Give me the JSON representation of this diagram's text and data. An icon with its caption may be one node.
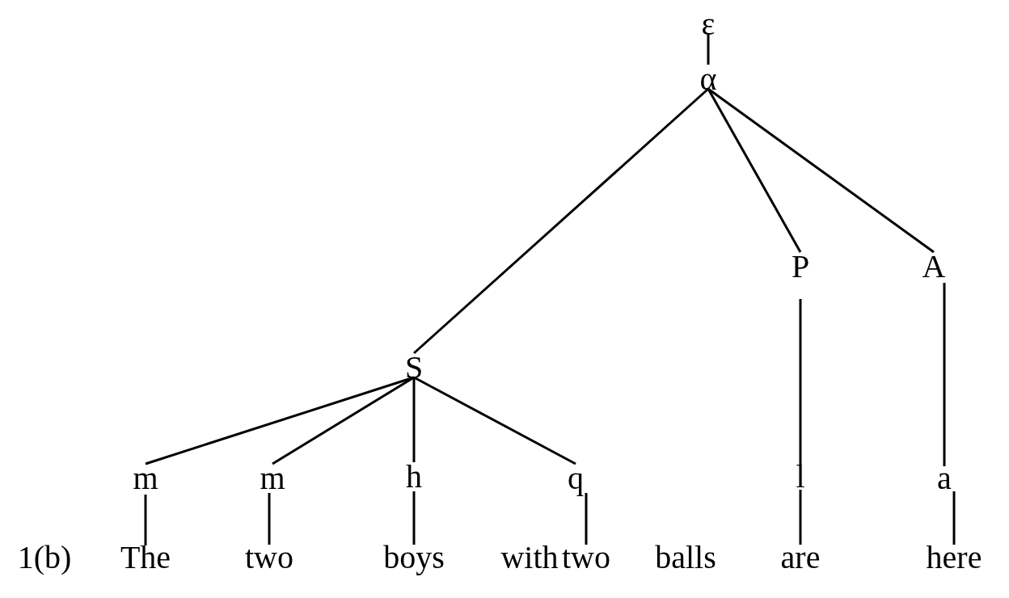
{
  "diagram": {
    "nodes": [
      {
        "text": [
          "ε"
        ]
      },
      {
        "text": [
          "α"
        ]
      },
      {
        "text": [
          "S"
        ]
      },
      {
        "text": [
          "P"
        ]
      },
      {
        "text": [
          "A"
        ]
      },
      {
        "text": [
          "m"
        ]
      },
      {
        "text": [
          "m"
        ]
      },
      {
        "text": [
          "h"
        ]
      },
      {
        "text": [
          "q"
        ]
      },
      {
        "text": [
          "l"
        ]
      },
      {
        "text": [
          "a"
        ]
      },
      {
        "text": [
          "The"
        ]
      },
      {
        "text": [
          "two"
        ]
      },
      {
        "text": [
          "boys"
        ]
      },
      {
        "text": [
          "two"
        ]
      },
      {
        "text": [
          "are"
        ]
      },
      {
        "text": [
          "here"
        ]
      }
    ],
    "edges": [
      {
        "from": 0,
        "to": 1,
        "arrow": "none"
      },
      {
        "from": 1,
        "to": 2,
        "arrow": "none"
      },
      {
        "from": 1,
        "to": 3,
        "arrow": "none"
      },
      {
        "from": 1,
        "to": 4,
        "arrow": "none"
      },
      {
        "from": 2,
        "to": 5,
        "arrow": "none"
      },
      {
        "from": 2,
        "to": 6,
        "arrow": "none"
      },
      {
        "from": 2,
        "to": 7,
        "arrow": "none"
      },
      {
        "from": 2,
        "to": 8,
        "arrow": "none"
      },
      {
        "from": 3,
        "to": 9,
        "arrow": "none"
      },
      {
        "from": 4,
        "to": 10,
        "arrow": "none"
      },
      {
        "from": 5,
        "to": 11,
        "arrow": "none"
      },
      {
        "from": 6,
        "to": 12,
        "arrow": "none"
      },
      {
        "from": 7,
        "to": 13,
        "arrow": "none"
      },
      {
        "from": 8,
        "to": 14,
        "arrow": "none"
      },
      {
        "from": 9,
        "to": 15,
        "arrow": "none"
      },
      {
        "from": 10,
        "to": 16,
        "arrow": "none"
      }
    ],
    "labels": [
      "1(b)",
      "with",
      "balls"
    ]
  }
}
